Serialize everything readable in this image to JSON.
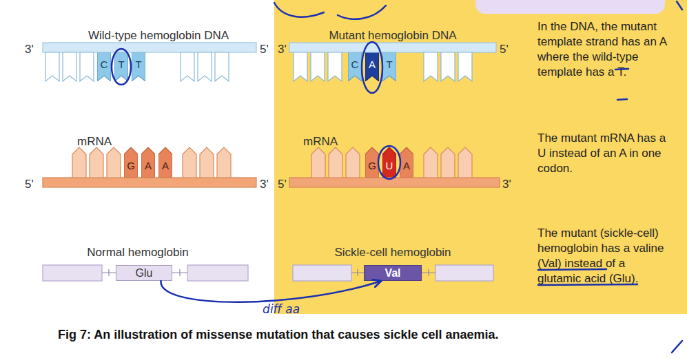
{
  "diagram": {
    "caption": "Fig 7: An illustration of missense mutation that causes sickle cell anaemia.",
    "nodes": [
      {
        "text": [
          "C"
        ]
      },
      {
        "text": [
          "T"
        ]
      },
      {
        "text": [
          "T"
        ]
      },
      {
        "text": [
          "G"
        ]
      },
      {
        "text": [
          "A"
        ]
      },
      {
        "text": [
          "A"
        ]
      },
      {
        "text": [
          "Glu"
        ]
      },
      {
        "text": [
          "Mutant hemoglobin DNA",
          "mRNA",
          "Sickle-cell hemoglobin",
          "In the DNA, the mutant template strand has an A where the wild-type template has a T.",
          "The mutant mRNA has a U instead of an A in one codon.",
          "The mutant (sickle-cell) hemoglobin has a valine (Val) instead of a glutamic acid (Glu)."
        ]
      },
      {
        "text": [
          "C"
        ],
        "in": 7
      },
      {
        "text": [
          "A"
        ],
        "in": 7
      },
      {
        "text": [
          "T"
        ],
        "in": 7
      },
      {
        "text": [
          "G"
        ],
        "in": 7
      },
      {
        "text": [
          "U"
        ],
        "in": 7
      },
      {
        "text": [
          "A"
        ],
        "in": 7
      },
      {
        "text": [
          "Val"
        ],
        "in": 7
      }
    ],
    "edges": [
      {
        "from": 6,
        "to": 14,
        "label": "diff aa",
        "arrow": "to"
      }
    ],
    "labels": [
      "Wild-type hemoglobin DNA",
      "3'",
      "5'",
      "3'",
      "5'",
      "mRNA",
      "5'",
      "3'",
      "5'",
      "3'",
      "Normal hemoglobin"
    ]
  }
}
